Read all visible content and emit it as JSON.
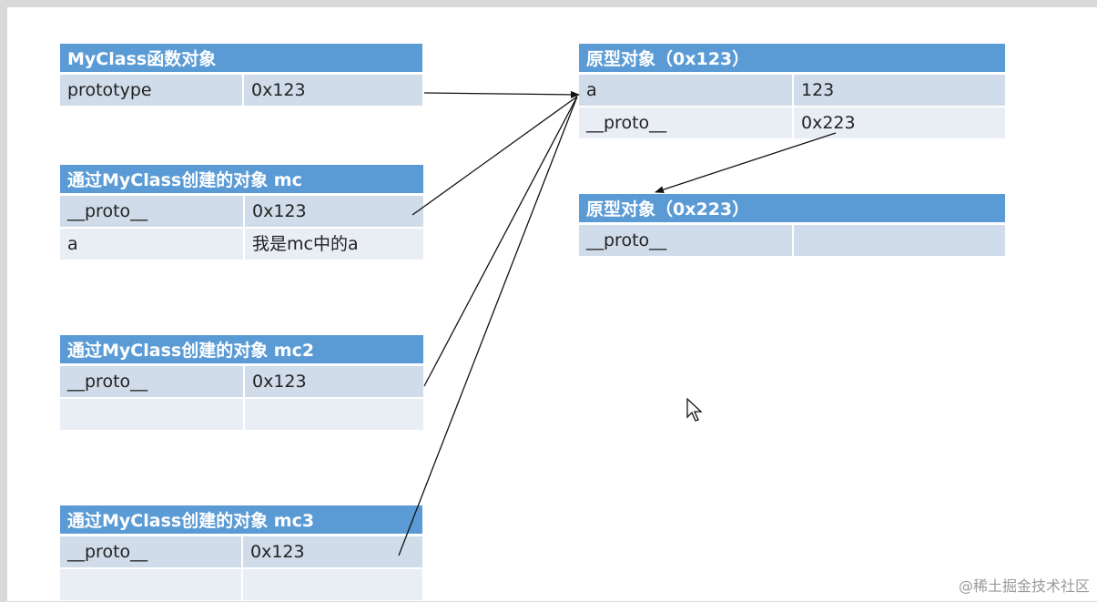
{
  "tables": {
    "myclass": {
      "header": "MyClass函数对象",
      "rows": [
        [
          "prototype",
          "0x123"
        ]
      ]
    },
    "mc": {
      "header": "通过MyClass创建的对象 mc",
      "rows": [
        [
          "__proto__",
          "0x123"
        ],
        [
          "a",
          "我是mc中的a"
        ]
      ]
    },
    "mc2": {
      "header": "通过MyClass创建的对象 mc2",
      "rows": [
        [
          "__proto__",
          "0x123"
        ],
        [
          "",
          ""
        ]
      ]
    },
    "mc3": {
      "header": "通过MyClass创建的对象 mc3",
      "rows": [
        [
          "__proto__",
          "0x123"
        ],
        [
          "",
          ""
        ]
      ]
    },
    "proto123": {
      "header": "原型对象（0x123）",
      "rows": [
        [
          "a",
          "123"
        ],
        [
          "__proto__",
          "0x223"
        ]
      ]
    },
    "proto223": {
      "header": "原型对象（0x223）",
      "rows": [
        [
          "__proto__",
          ""
        ]
      ]
    }
  },
  "watermark": "@稀土掘金技术社区",
  "colors": {
    "header_bg": "#5b9bd5",
    "row_odd": "#d0dcea",
    "row_even": "#e9eef5",
    "arrow": "#111111"
  }
}
